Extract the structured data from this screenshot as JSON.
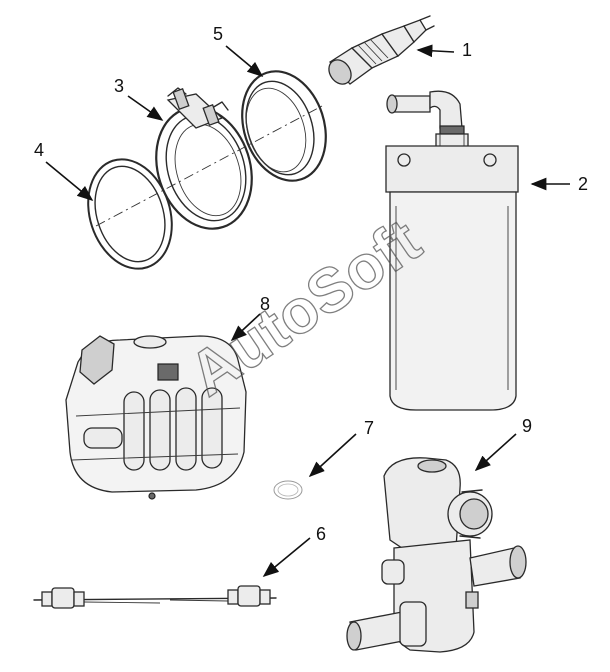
{
  "diagram": {
    "watermark": "AutoSoft",
    "callouts": [
      {
        "id": "1",
        "label": "1"
      },
      {
        "id": "2",
        "label": "2"
      },
      {
        "id": "3",
        "label": "3"
      },
      {
        "id": "4",
        "label": "4"
      },
      {
        "id": "5",
        "label": "5"
      },
      {
        "id": "6",
        "label": "6"
      },
      {
        "id": "7",
        "label": "7"
      },
      {
        "id": "8",
        "label": "8"
      },
      {
        "id": "9",
        "label": "9"
      }
    ]
  }
}
